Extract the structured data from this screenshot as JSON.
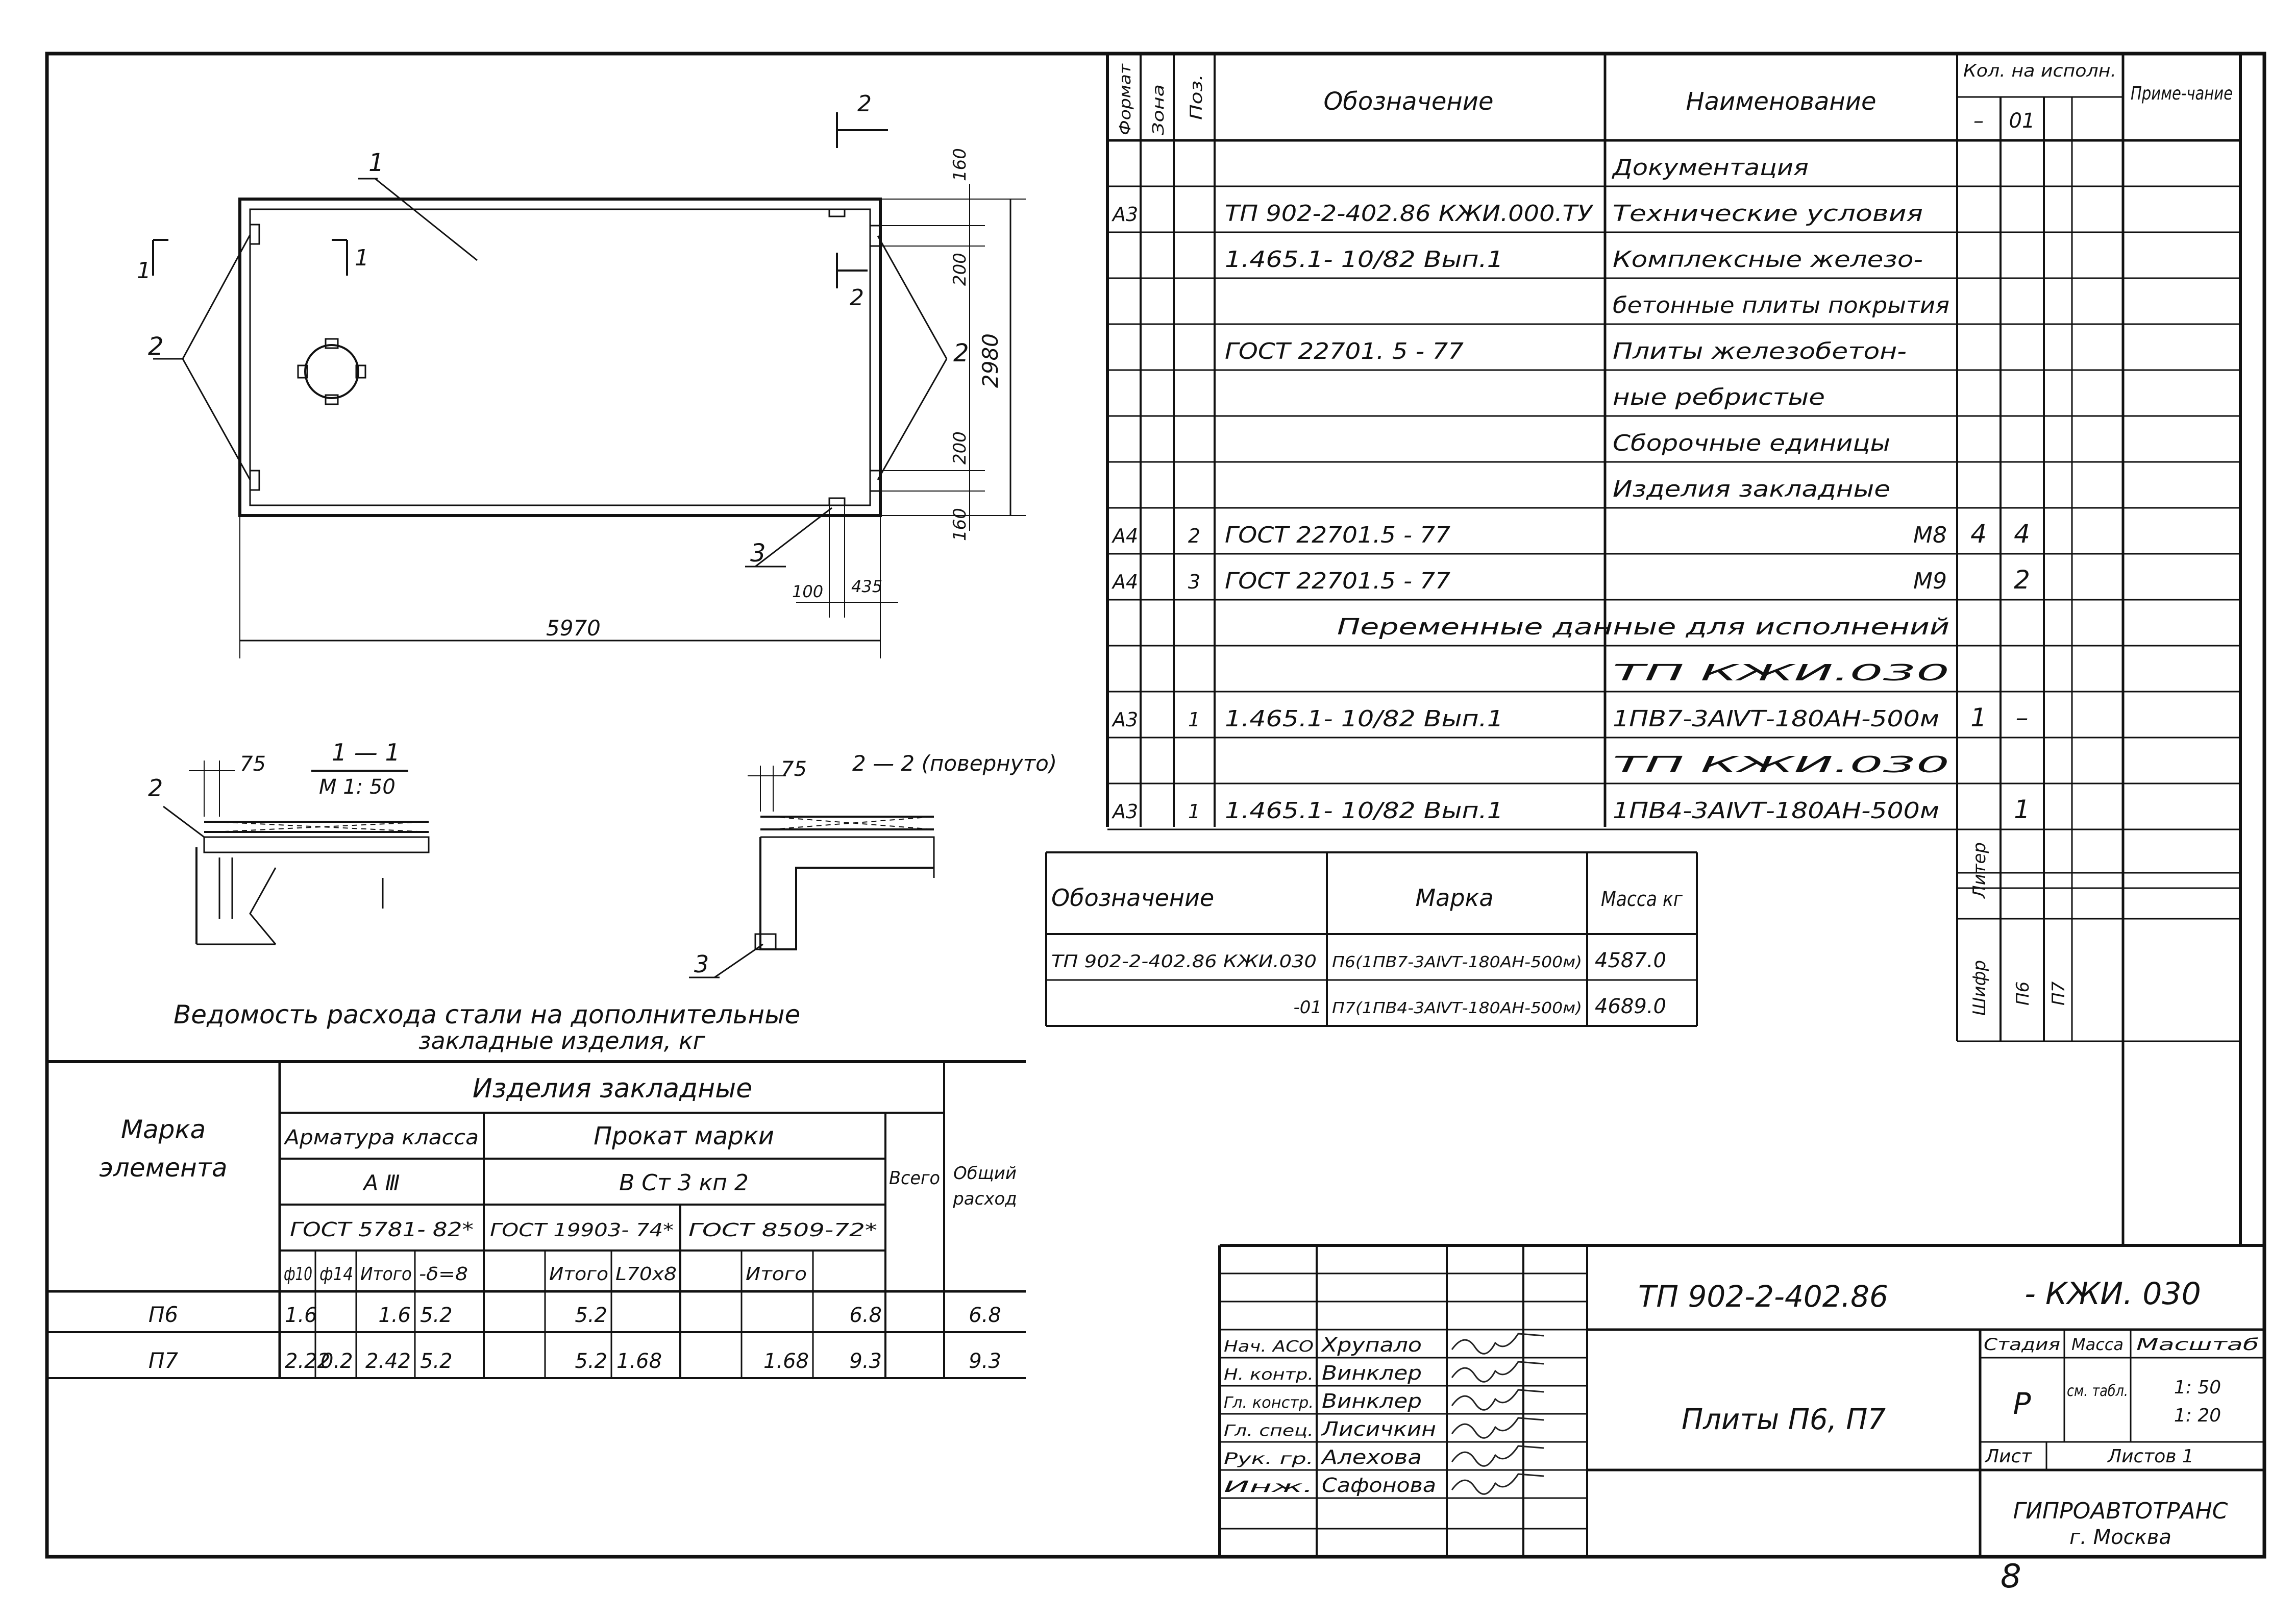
{
  "drawing": {
    "labels": {
      "pos1": "1",
      "pos2_left": "2",
      "pos2_right": "2",
      "pos3": "3",
      "cut1_left": "1",
      "cut1_right": "1",
      "cut2_top": "2",
      "cut2_mid": "2"
    },
    "dims": {
      "length": "5970",
      "width": "2980",
      "d160_top": "160",
      "d200_top": "200",
      "d200_bot": "200",
      "d160_bot": "160",
      "d100": "100",
      "d435": "435"
    },
    "section1": {
      "title": "1 — 1",
      "scale": "M 1: 50",
      "dim": "75",
      "pos": "2"
    },
    "section2": {
      "title": "2 — 2 (повернуто)",
      "dim": "75",
      "pos": "3"
    }
  },
  "spec_table": {
    "headers": {
      "format": "Формат",
      "zone": "Зона",
      "pos": "Поз.",
      "designation": "Обозначение",
      "name": "Наименование",
      "qty": "Кол. на исполн.",
      "qty_dash": "–",
      "qty_01": "01",
      "note": "Приме-чание"
    },
    "rows": [
      {
        "format": "",
        "pos": "",
        "designation": "",
        "name": "Документация",
        "q1": "",
        "q2": ""
      },
      {
        "format": "А3",
        "pos": "",
        "designation": "ТП 902-2-402.86   КЖИ.000.ТУ",
        "name": "Технические условия",
        "q1": "",
        "q2": ""
      },
      {
        "format": "",
        "pos": "",
        "designation": "1.465.1- 10/82  Вып.1",
        "name": "Комплексные железо-",
        "q1": "",
        "q2": ""
      },
      {
        "format": "",
        "pos": "",
        "designation": "",
        "name": "бетонные плиты покрытия",
        "q1": "",
        "q2": ""
      },
      {
        "format": "",
        "pos": "",
        "designation": "ГОСТ 22701. 5 - 77",
        "name": "Плиты железобетон-",
        "q1": "",
        "q2": ""
      },
      {
        "format": "",
        "pos": "",
        "designation": "",
        "name": "ные ребристые",
        "q1": "",
        "q2": ""
      },
      {
        "format": "",
        "pos": "",
        "designation": "",
        "name": "Сборочные единицы",
        "q1": "",
        "q2": ""
      },
      {
        "format": "",
        "pos": "",
        "designation": "",
        "name": "Изделия закладные",
        "q1": "",
        "q2": ""
      },
      {
        "format": "А4",
        "pos": "2",
        "designation": "ГОСТ 22701.5 - 77",
        "name": "М8",
        "q1": "4",
        "q2": "4"
      },
      {
        "format": "А4",
        "pos": "3",
        "designation": "ГОСТ 22701.5 - 77",
        "name": "М9",
        "q1": "",
        "q2": "2"
      },
      {
        "format": "",
        "pos": "",
        "designation": "Переменные данные для исполнений",
        "name": "",
        "q1": "",
        "q2": ""
      },
      {
        "format": "",
        "pos": "",
        "designation": "",
        "name": "ТП                 КЖИ.030",
        "q1": "",
        "q2": ""
      },
      {
        "format": "А3",
        "pos": "1",
        "designation": "1.465.1- 10/82  Вып.1",
        "name": "1ПВ7-3АⅣТ-180АН-500м",
        "q1": "1",
        "q2": "–"
      },
      {
        "format": "",
        "pos": "",
        "designation": "",
        "name": "ТП                 КЖИ.030",
        "q1": "",
        "q2": ""
      },
      {
        "format": "А3",
        "pos": "1",
        "designation": "1.465.1- 10/82  Вып.1",
        "name": "1ПВ4-3АⅣТ-180АН-500м",
        "q1": "",
        "q2": "1"
      }
    ],
    "liter": "Литер",
    "shifr": "Шифр",
    "p6": "П6",
    "p7": "П7"
  },
  "mass_table": {
    "headers": {
      "designation": "Обозначение",
      "mark": "Марка",
      "mass": "Масса кг"
    },
    "rows": [
      {
        "designation": "ТП 902-2-402.86  КЖИ.030",
        "mark": "П6(1ПВ7-3АⅣТ-180АН-500м)",
        "mass": "4587.0"
      },
      {
        "designation": "-01",
        "mark": "П7(1ПВ4-3АⅣТ-180АН-500м)",
        "mass": "4689.0"
      }
    ]
  },
  "steel_table": {
    "title_line1": "Ведомость расхода стали на дополнительные",
    "title_line2": "закладные изделия, кг",
    "h_mark": "Марка элемента",
    "h_items": "Изделия закладные",
    "h_armatura": "Арматура класса",
    "h_class": "А Ⅲ",
    "h_gost1": "ГОСТ 5781- 82*",
    "h_prokat": "Прокат марки",
    "h_steel": "В Ст 3 кп 2",
    "h_gost2": "ГОСТ 19903- 74*",
    "h_gost3": "ГОСТ 8509-72*",
    "h_total": "Всего",
    "h_overall": "Общий расход",
    "sub": [
      "ф10",
      "ф14",
      "Итого",
      "-δ=8",
      "",
      "Итого",
      "L70х8",
      "",
      "Итого"
    ],
    "rows": [
      {
        "mark": "П6",
        "v": [
          "1.6",
          "",
          "1.6",
          "5.2",
          "",
          "5.2",
          "",
          "",
          ""
        ],
        "total": "6.8",
        "overall": "6.8"
      },
      {
        "mark": "П7",
        "v": [
          "2.22",
          "0.2",
          "2.42",
          "5.2",
          "",
          "5.2",
          "1.68",
          "",
          "1.68"
        ],
        "total": "9.3",
        "overall": "9.3"
      }
    ]
  },
  "title_block": {
    "project": "ТП 902-2-402.86",
    "code": "- КЖИ. 030",
    "sheet_title": "Плиты П6, П7",
    "stage_h": "Стадия",
    "mass_h": "Масса",
    "scale_h": "Масштаб",
    "stage": "Р",
    "mass": "см. табл.",
    "scale1": "1: 50",
    "scale2": "1: 20",
    "sheet_h": "Лист",
    "sheets_h": "Листов 1",
    "org1": "ГИПРОАВТОТРАНС",
    "org2": "г. Москва",
    "people": [
      {
        "role": "Нач. АСО",
        "name": "Хрупало"
      },
      {
        "role": "Н. контр.",
        "name": "Винклер"
      },
      {
        "role": "Гл. констр.",
        "name": "Винклер"
      },
      {
        "role": "Гл. спец.",
        "name": "Лисичкин"
      },
      {
        "role": "Рук. гр.",
        "name": "Алехова"
      },
      {
        "role": "Инж.",
        "name": "Сафонова"
      }
    ]
  },
  "page_number": "8"
}
